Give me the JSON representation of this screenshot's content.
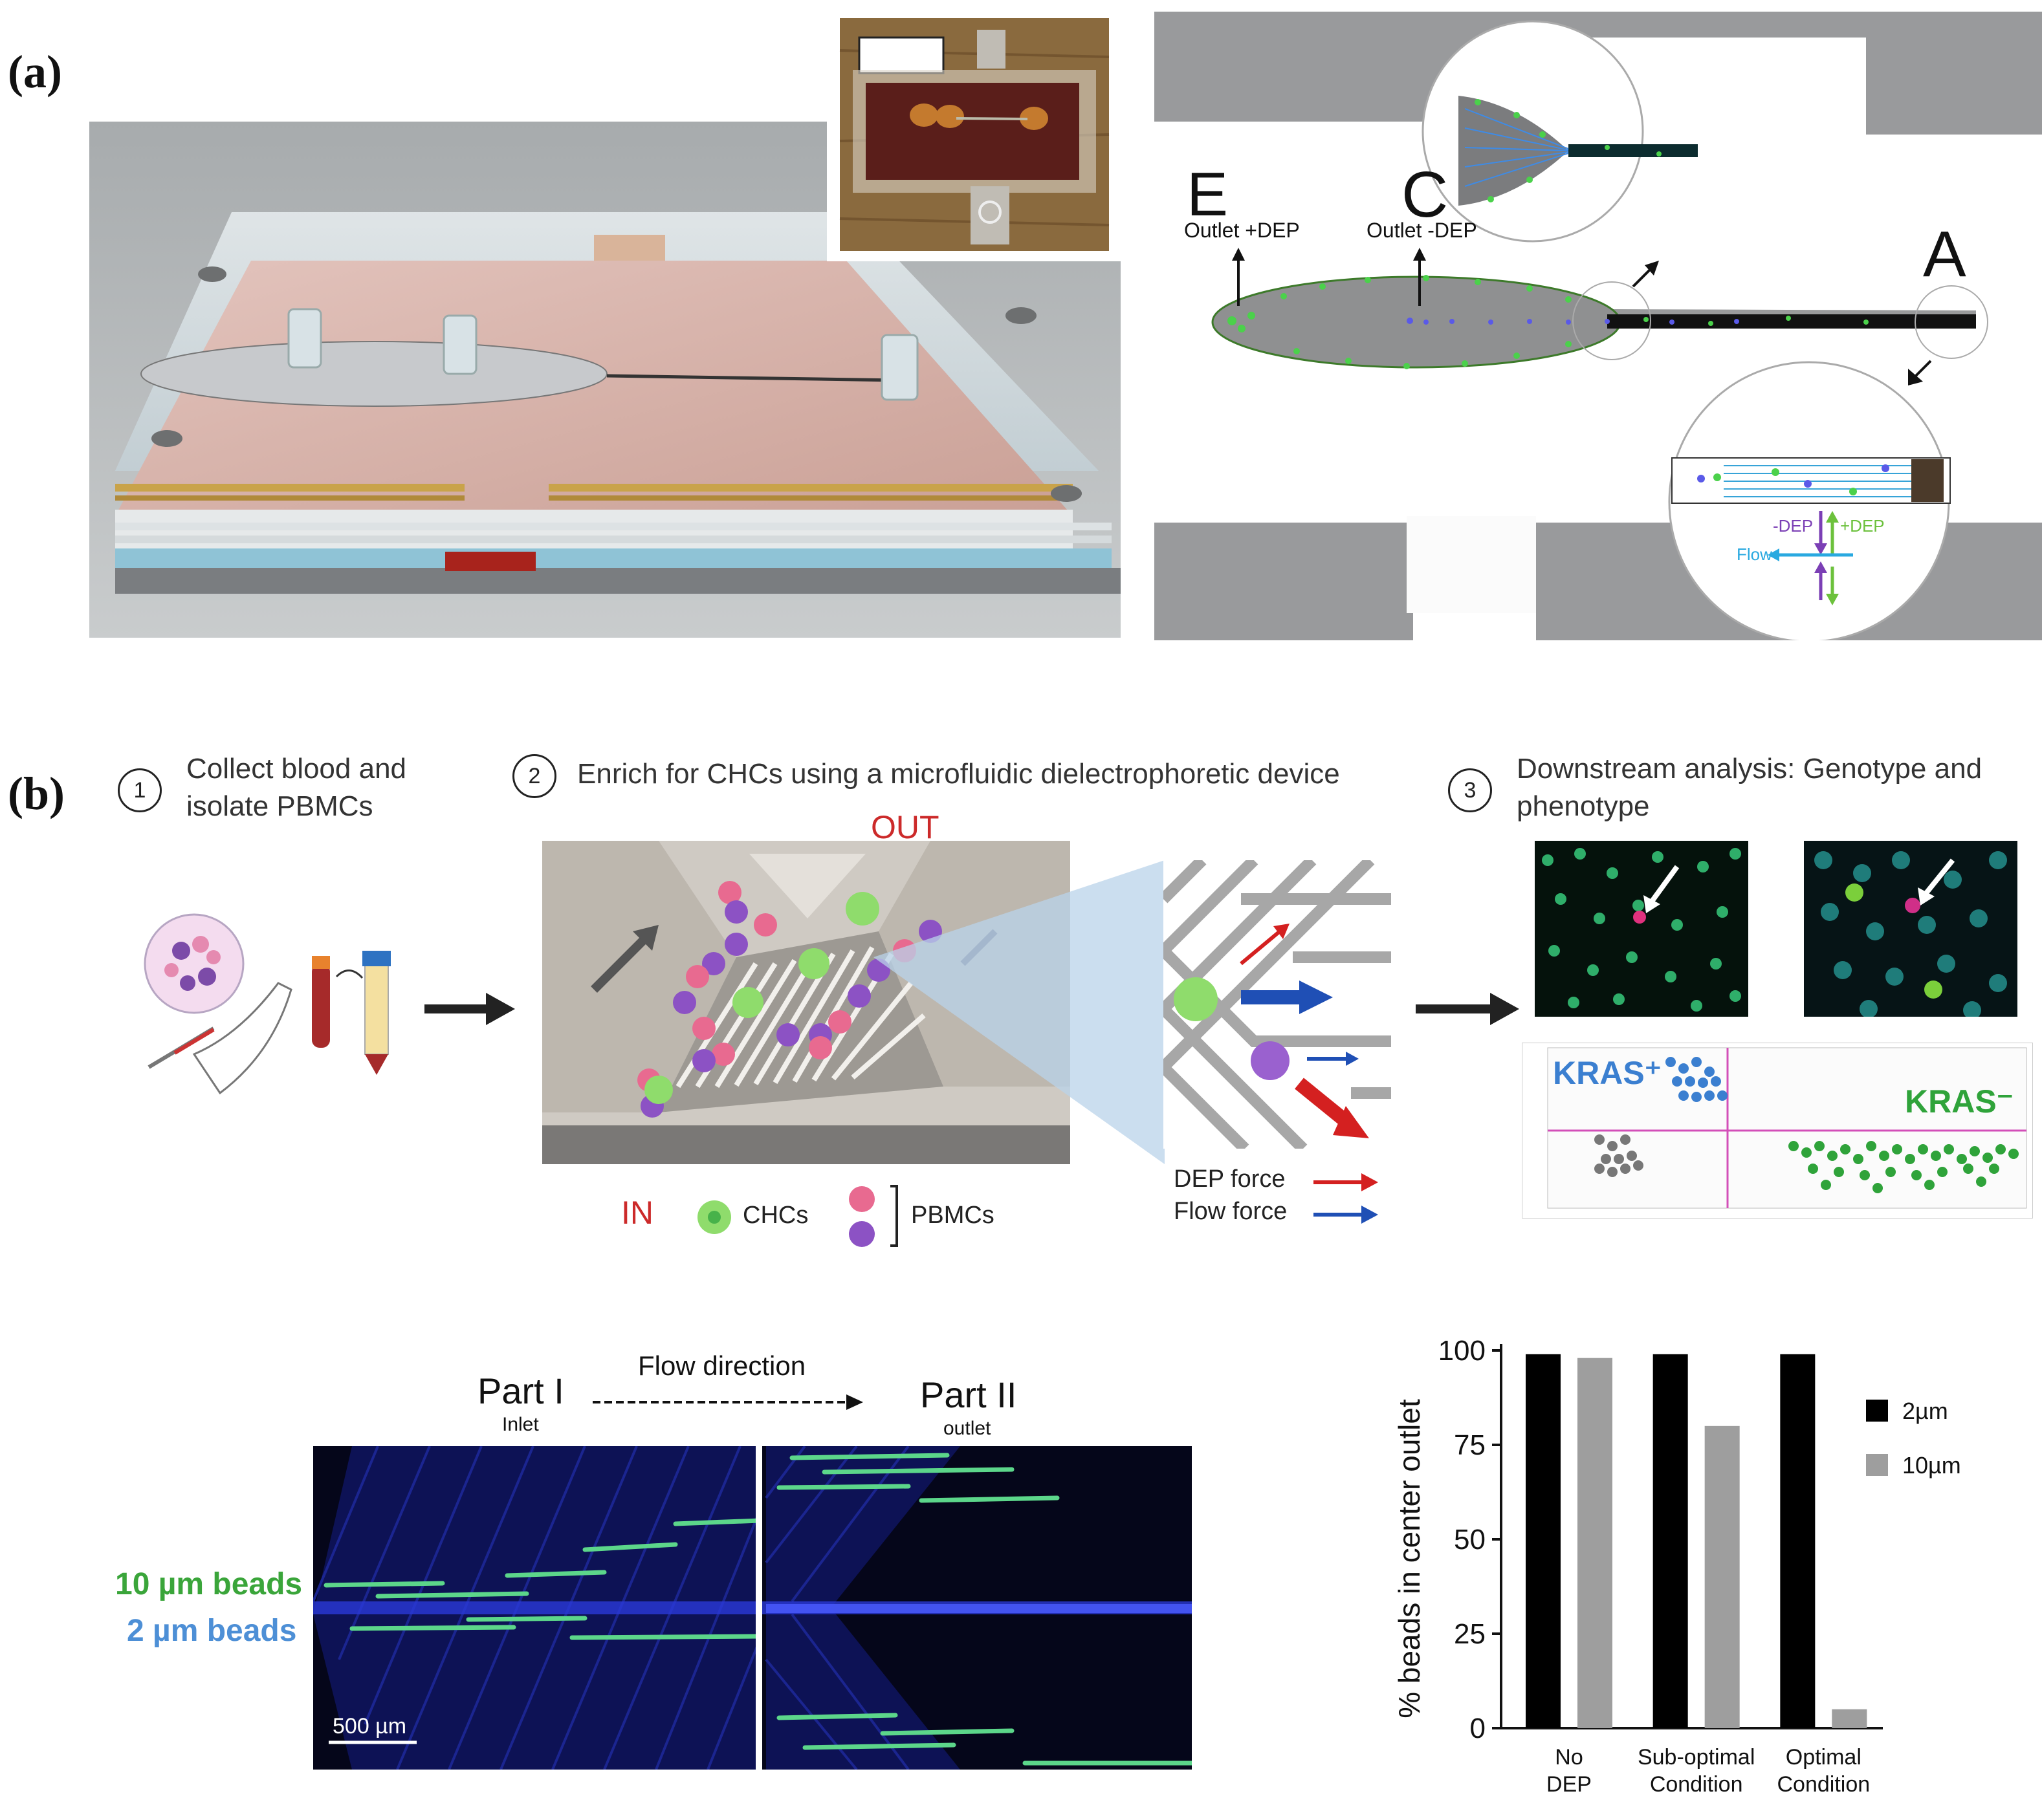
{
  "panel_a": {
    "label": "(a)",
    "sim": {
      "label_E": "E",
      "label_C": "C",
      "label_A": "A",
      "outlet_plus": "Outlet +DEP",
      "outlet_minus": "Outlet -DEP",
      "minus_dep": "-DEP",
      "plus_dep": "+DEP",
      "flow": "Flow"
    }
  },
  "panel_b": {
    "label": "(b)",
    "steps": [
      {
        "num": "1",
        "text": "Collect blood and isolate PBMCs"
      },
      {
        "num": "2",
        "text": "Enrich for CHCs using a microfluidic dielectrophoretic device"
      },
      {
        "num": "3",
        "text": "Downstream analysis: Genotype and phenotype"
      }
    ],
    "device": {
      "out_label": "OUT",
      "in_label": "IN",
      "chcs_label": "CHCs",
      "pbmcs_label": "PBMCs",
      "dep_force": "DEP force",
      "flow_force": "Flow force"
    },
    "scatter": {
      "kras_plus": "KRAS⁺",
      "kras_minus": "KRAS⁻"
    }
  },
  "beads": {
    "part1": "Part I",
    "part1_sub": "Inlet",
    "part2": "Part II",
    "part2_sub": "outlet",
    "flow_direction": "Flow direction",
    "label_10": "10 µm beads",
    "label_2": "2 µm beads",
    "scale": "500 µm"
  },
  "colors": {
    "bead_green": "#5cd68a",
    "bead_blue": "#3b55c8",
    "label_green": "#3aa53a",
    "label_blue": "#4d8fd6",
    "bar_black": "#000000",
    "bar_grey": "#9e9e9e",
    "out_red": "#cc2a2a",
    "dep_red": "#d42020",
    "flow_blue": "#1f4fb5"
  },
  "chart_data": {
    "type": "bar",
    "categories": [
      "No DEP",
      "Sub-optimal Condition",
      "Optimal Condition"
    ],
    "series": [
      {
        "name": "2µm",
        "values": [
          99,
          99,
          99
        ],
        "color": "#000000"
      },
      {
        "name": "10µm",
        "values": [
          98,
          80,
          5
        ],
        "color": "#9e9e9e"
      }
    ],
    "ylabel": "% beads in center outlet",
    "ylim": [
      0,
      100
    ],
    "yticks": [
      "0",
      "25",
      "50",
      "75",
      "100"
    ],
    "legend": "right"
  }
}
